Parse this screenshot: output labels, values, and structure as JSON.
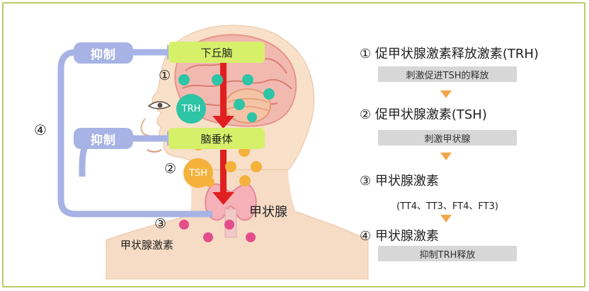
{
  "diagram": {
    "left": {
      "inhibit_top": "抑制",
      "inhibit_mid": "抑制",
      "loop_number": "④",
      "hypothalamus": "下丘脑",
      "pituitary": "脑垂体",
      "marker1": "①",
      "marker2": "②",
      "marker3": "③",
      "trh": "TRH",
      "tsh": "TSH",
      "thyroid_label": "甲状腺",
      "thyroid_hormone_label": "甲状腺激素"
    },
    "right": {
      "step1_title": "① 促甲状腺激素释放激素(TRH)",
      "step1_desc": "刺激促进TSH的释放",
      "step2_title": "② 促甲状腺激素(TSH)",
      "step2_desc": "刺激甲状腺",
      "step3_title": "③ 甲状腺激素",
      "step3_sub": "(TT4、TT3、FT4、FT3)",
      "step4_title": "④ 甲状腺激素",
      "step4_desc": "抑制TRH释放"
    }
  },
  "colors": {
    "box_green": "#d6f06a",
    "inhibit_blue": "#a7b3e4",
    "arrow_red": "#e02020",
    "trh_teal": "#2ec4a6",
    "tsh_orange": "#f4b23c",
    "hormone_pink": "#e34e8a",
    "down_triangle": "#f2a84a",
    "frame_border": "#b9cc6a"
  }
}
